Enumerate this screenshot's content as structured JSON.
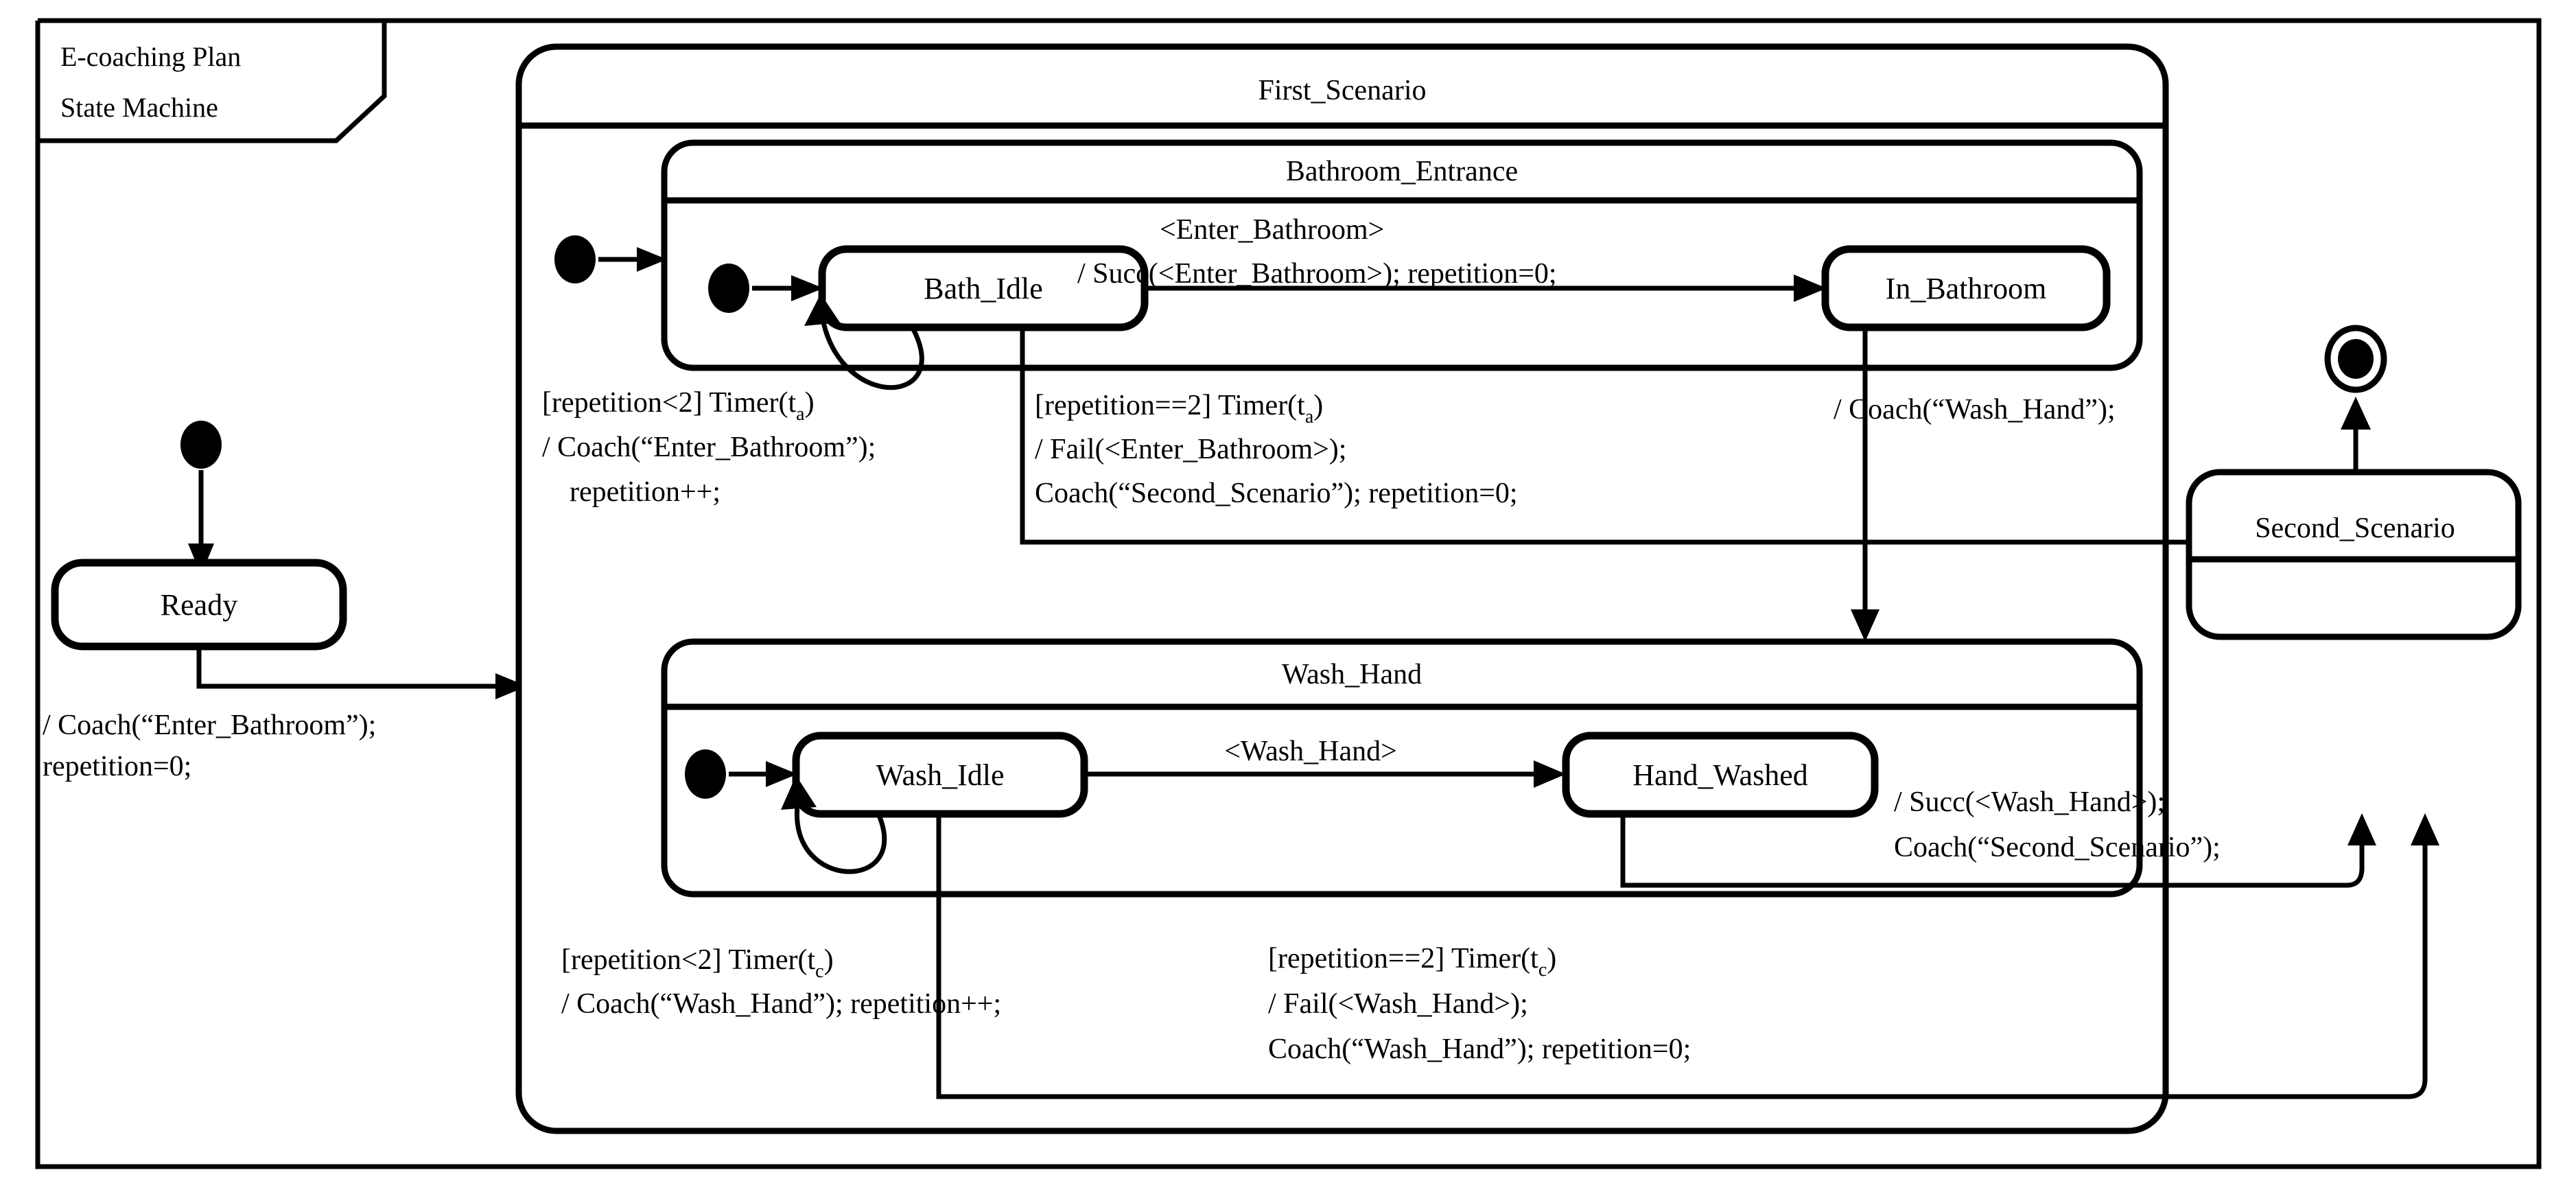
{
  "frame": {
    "tab_line1": "E-coaching Plan",
    "tab_line2": "State Machine"
  },
  "states": {
    "ready": "Ready",
    "first_scenario": "First_Scenario",
    "bathroom_entrance": "Bathroom_Entrance",
    "bath_idle": "Bath_Idle",
    "in_bathroom": "In_Bathroom",
    "wash_hand": "Wash_Hand",
    "wash_idle": "Wash_Idle",
    "hand_washed": "Hand_Washed",
    "second_scenario": "Second_Scenario"
  },
  "transitions": {
    "ready_to_first": {
      "line1": "/ Coach(“Enter_Bathroom”);",
      "line2": "repetition=0;"
    },
    "bath_idle_self": {
      "line1_a": "[repetition<2] Timer(t",
      "line1_sub": "a",
      "line1_b": ")",
      "line2": "/ Coach(“Enter_Bathroom”);",
      "line3": "repetition++;"
    },
    "bath_idle_to_in_bathroom": {
      "line1": "<Enter_Bathroom>",
      "line2": "/ Succ(<Enter_Bathroom>); repetition=0;"
    },
    "bath_idle_to_second": {
      "line1_a": "[repetition==2] Timer(t",
      "line1_sub": "a",
      "line1_b": ")",
      "line2": "/ Fail(<Enter_Bathroom>);",
      "line3": "Coach(“Second_Scenario”); repetition=0;"
    },
    "in_bathroom_to_wash": {
      "line1": "/ Coach(“Wash_Hand”);"
    },
    "wash_idle_self": {
      "line1_a": "[repetition<2] Timer(t",
      "line1_sub": "c",
      "line1_b": ")",
      "line2": "/ Coach(“Wash_Hand”); repetition++;"
    },
    "wash_idle_to_hand_washed": {
      "line1": "<Wash_Hand>"
    },
    "hand_washed_to_second": {
      "line1": "/ Succ(<Wash_Hand>);",
      "line2": "Coach(“Second_Scenario”);"
    },
    "wash_idle_to_second": {
      "line1_a": "[repetition==2] Timer(t",
      "line1_sub": "c",
      "line1_b": ")",
      "line2": "/ Fail(<Wash_Hand>);",
      "line3": "Coach(“Wash_Hand”); repetition=0;"
    }
  },
  "icons": {
    "initial": "initial-state-dot",
    "final": "final-state-ring"
  },
  "colors": {
    "stroke": "#000000",
    "fill": "#ffffff"
  }
}
